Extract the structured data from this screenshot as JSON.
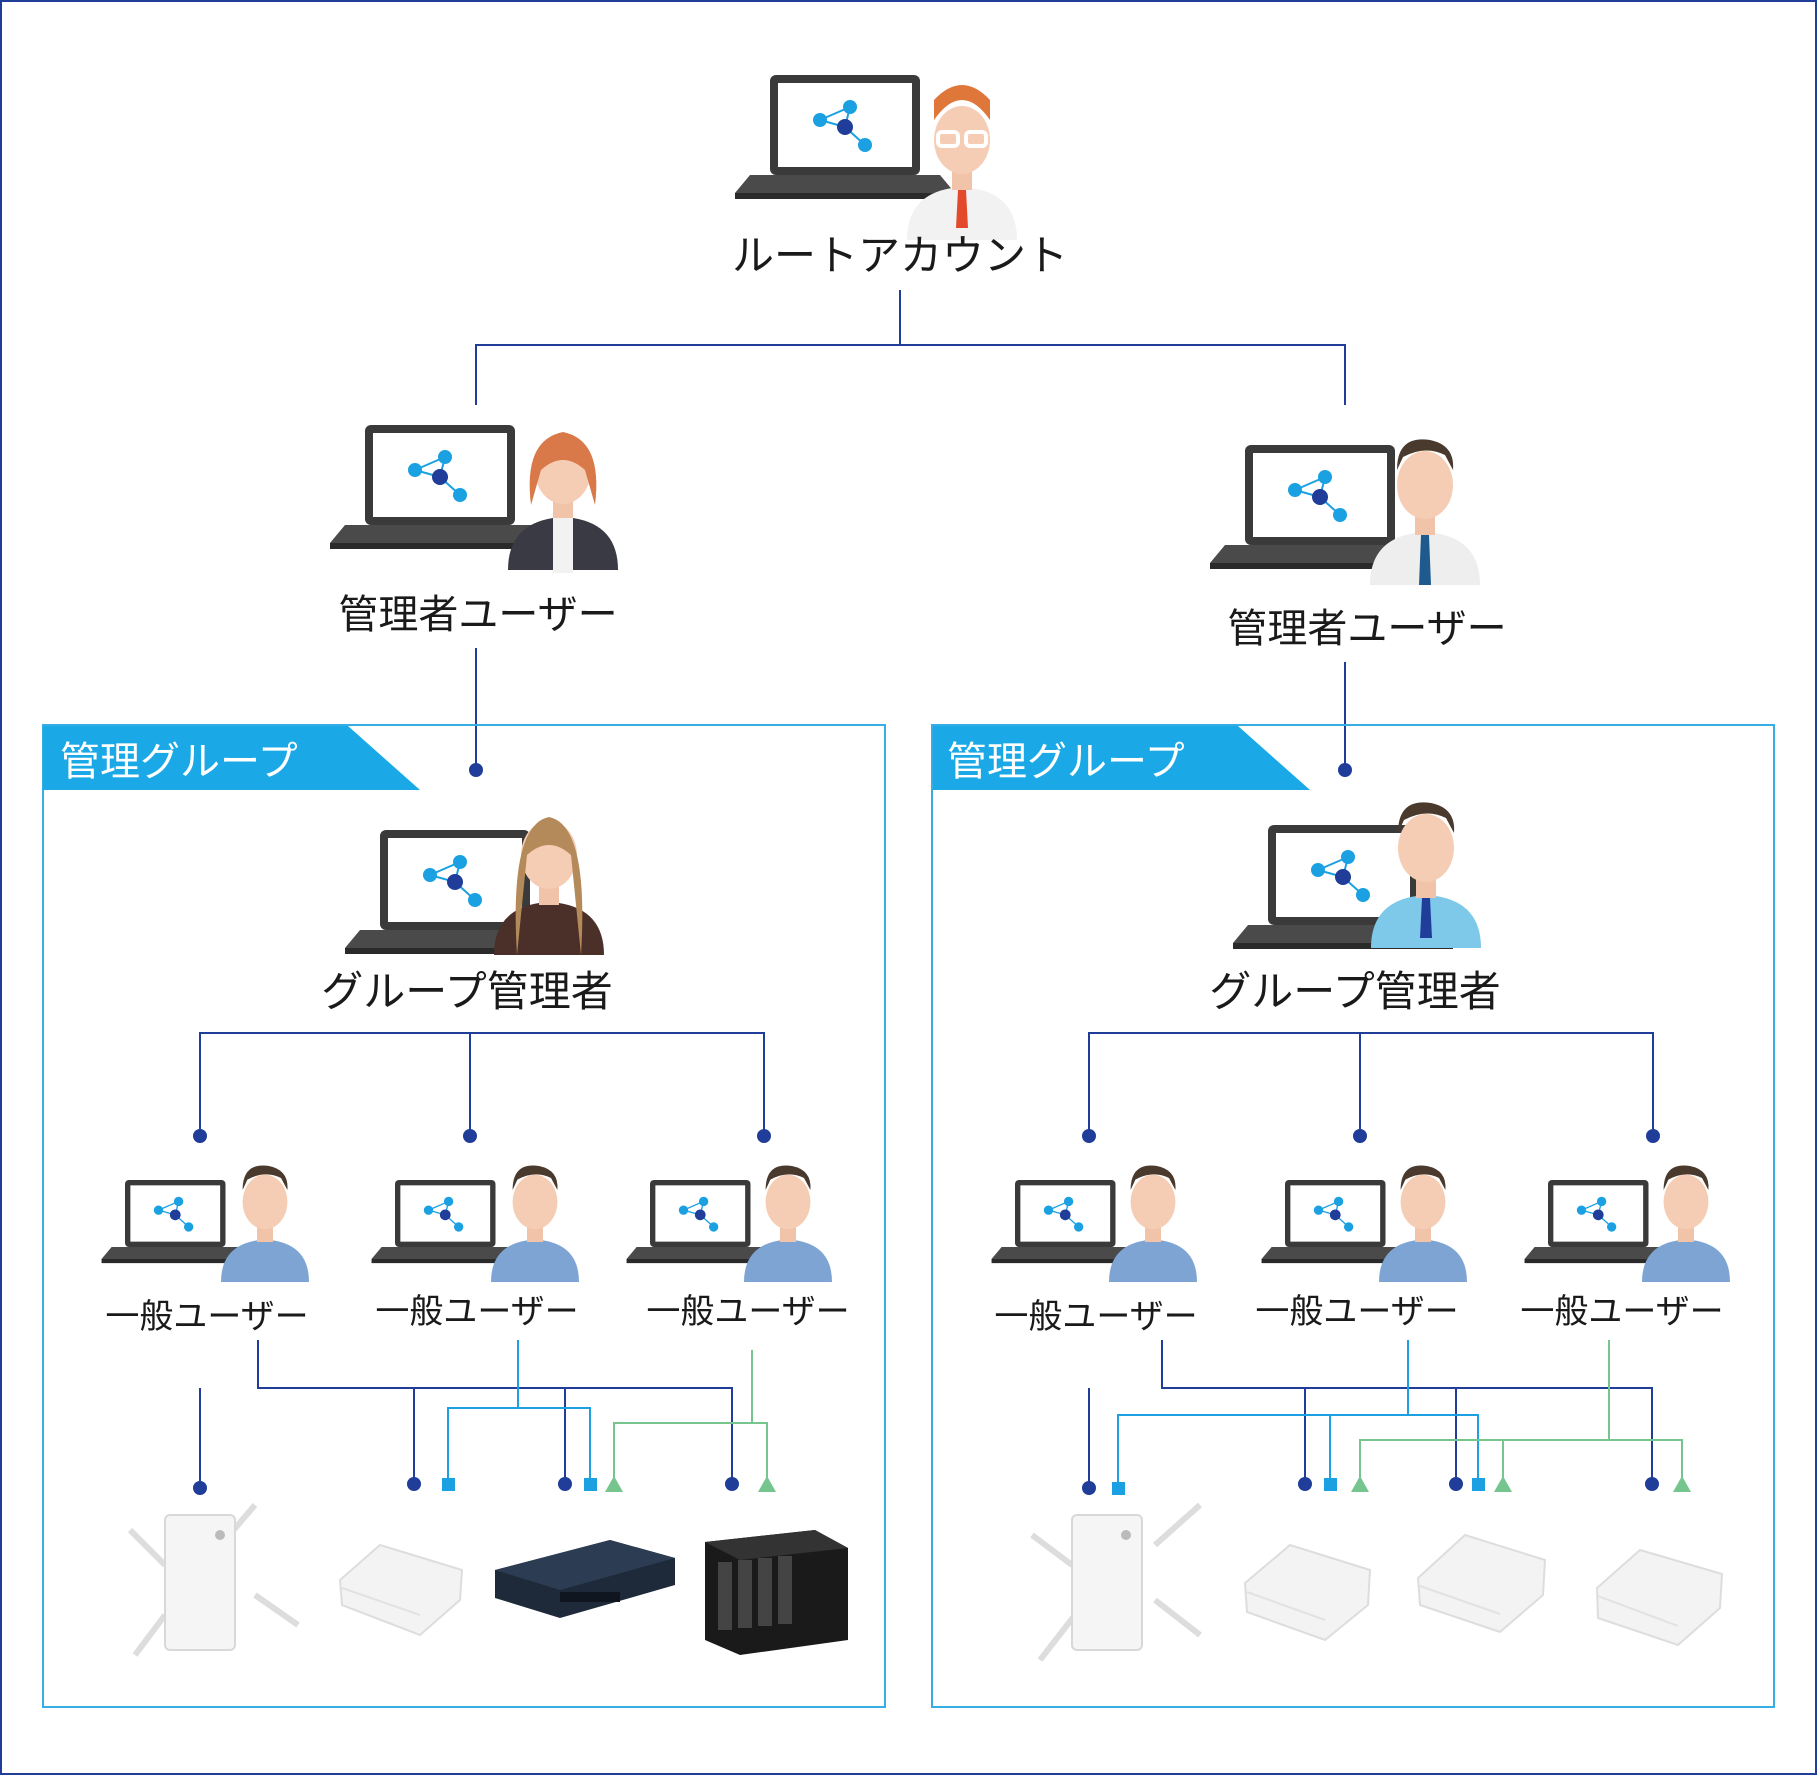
{
  "root": {
    "label": "ルートアカウント"
  },
  "admins": [
    {
      "label": "管理者ユーザー"
    },
    {
      "label": "管理者ユーザー"
    }
  ],
  "groups": [
    {
      "title": "管理グループ",
      "manager": {
        "label": "グループ管理者"
      },
      "users": [
        {
          "label": "一般ユーザー"
        },
        {
          "label": "一般ユーザー"
        },
        {
          "label": "一般ユーザー"
        }
      ],
      "devices": [
        {
          "type": "access-point"
        },
        {
          "type": "router"
        },
        {
          "type": "network-switch"
        },
        {
          "type": "nas"
        }
      ]
    },
    {
      "title": "管理グループ",
      "manager": {
        "label": "グループ管理者"
      },
      "users": [
        {
          "label": "一般ユーザー"
        },
        {
          "label": "一般ユーザー"
        },
        {
          "label": "一般ユーザー"
        }
      ],
      "devices": [
        {
          "type": "access-point"
        },
        {
          "type": "router"
        },
        {
          "type": "router"
        },
        {
          "type": "router"
        }
      ]
    }
  ],
  "colors": {
    "frame": "#1f3d99",
    "line_dark": "#1f3d99",
    "line_light": "#1ba1e2",
    "line_green": "#77c58e",
    "group_tab": "#1aa9e6",
    "group_border": "#36aee4"
  }
}
